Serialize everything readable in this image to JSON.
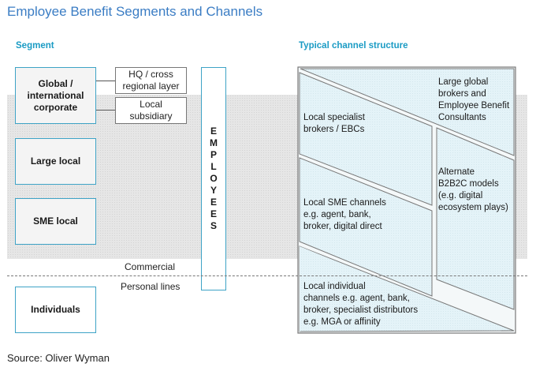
{
  "title": "Employee Benefit Segments and Channels",
  "headers": {
    "segment": "Segment",
    "channel": "Typical channel structure"
  },
  "segments": [
    {
      "label": "Global / international corporate",
      "lines": [
        "Global /",
        "international",
        "corporate"
      ]
    },
    {
      "label": "Large local"
    },
    {
      "label": "SME local"
    },
    {
      "label": "Individuals"
    }
  ],
  "sub_layers": [
    {
      "lines": [
        "HQ / cross",
        "regional layer"
      ]
    },
    {
      "lines": [
        "Local",
        "subsidiary"
      ]
    }
  ],
  "employees_letters": [
    "E",
    "M",
    "P",
    "L",
    "O",
    "Y",
    "E",
    "E",
    "S"
  ],
  "divider": {
    "above": "Commercial",
    "below": "Personal lines"
  },
  "channels": {
    "large_global": [
      "Large global",
      "brokers and",
      "Employee Benefit",
      "Consultants"
    ],
    "local_specialist": [
      "Local specialist",
      "brokers / EBCs"
    ],
    "alternate_b2b2c": [
      "Alternate",
      "B2B2C models",
      "(e.g. digital",
      "ecosystem plays)"
    ],
    "local_sme": [
      "Local SME channels",
      "e.g. agent, bank,",
      "broker, digital direct"
    ],
    "local_individual": [
      "Local individual",
      "channels e.g. agent, bank,",
      "broker, specialist distributors",
      "e.g. MGA or affinity"
    ]
  },
  "source": "Source: Oliver Wyman",
  "colors": {
    "title": "#3b7dc4",
    "header": "#1a9bc4",
    "segment_border": "#3ea3c6",
    "channel_fill": "#e4f3f8",
    "band": "#e6e6e6"
  }
}
